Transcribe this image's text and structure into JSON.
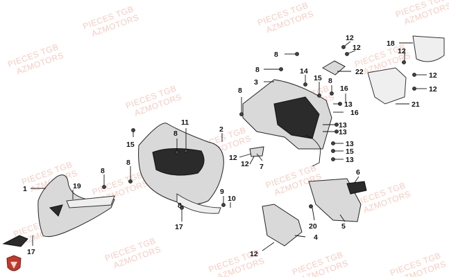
{
  "watermark": {
    "line1": "PIECES TGB",
    "line2": "AZMOTORS",
    "color": "#f2a08a"
  },
  "diagram": {
    "parts": [
      {
        "id": "p1",
        "label": "1"
      },
      {
        "id": "p2",
        "label": "2"
      },
      {
        "id": "p3",
        "label": "3"
      },
      {
        "id": "p4",
        "label": "4"
      },
      {
        "id": "p5",
        "label": "5"
      },
      {
        "id": "p6",
        "label": "6"
      },
      {
        "id": "p7",
        "label": "7"
      },
      {
        "id": "p8a",
        "label": "8"
      },
      {
        "id": "p8b",
        "label": "8"
      },
      {
        "id": "p8c",
        "label": "8"
      },
      {
        "id": "p8d",
        "label": "8"
      },
      {
        "id": "p8e",
        "label": "8"
      },
      {
        "id": "p8f",
        "label": "8"
      },
      {
        "id": "p8g",
        "label": "8"
      },
      {
        "id": "p8h",
        "label": "8"
      },
      {
        "id": "p9",
        "label": "9"
      },
      {
        "id": "p10",
        "label": "10"
      },
      {
        "id": "p11",
        "label": "11"
      },
      {
        "id": "p12a",
        "label": "12"
      },
      {
        "id": "p12b",
        "label": "12"
      },
      {
        "id": "p12c",
        "label": "12"
      },
      {
        "id": "p12d",
        "label": "12"
      },
      {
        "id": "p12e",
        "label": "12"
      },
      {
        "id": "p12f",
        "label": "12"
      },
      {
        "id": "p12g",
        "label": "12"
      },
      {
        "id": "p12h",
        "label": "12"
      },
      {
        "id": "p13a",
        "label": "13"
      },
      {
        "id": "p13b",
        "label": "13"
      },
      {
        "id": "p13c",
        "label": "13"
      },
      {
        "id": "p13d",
        "label": "13"
      },
      {
        "id": "p13e",
        "label": "13"
      },
      {
        "id": "p14",
        "label": "14"
      },
      {
        "id": "p15a",
        "label": "15"
      },
      {
        "id": "p15b",
        "label": "15"
      },
      {
        "id": "p15c",
        "label": "15"
      },
      {
        "id": "p16a",
        "label": "16"
      },
      {
        "id": "p16b",
        "label": "16"
      },
      {
        "id": "p17a",
        "label": "17"
      },
      {
        "id": "p17b",
        "label": "17"
      },
      {
        "id": "p18",
        "label": "18"
      },
      {
        "id": "p19",
        "label": "19"
      },
      {
        "id": "p20",
        "label": "20"
      },
      {
        "id": "p21",
        "label": "21"
      },
      {
        "id": "p22",
        "label": "22"
      }
    ]
  },
  "logo": {
    "color": "#c0392b",
    "icon": "brand-shield-icon"
  }
}
